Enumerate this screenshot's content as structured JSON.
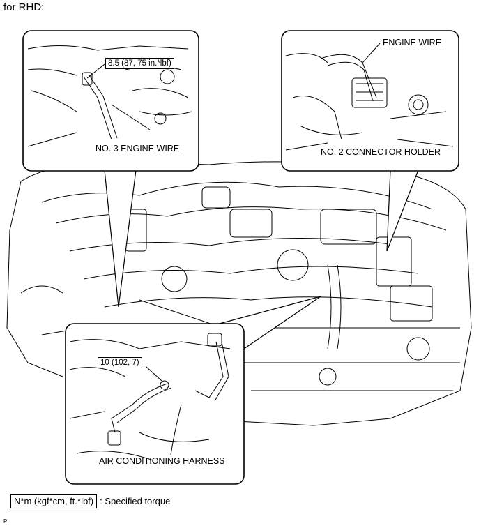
{
  "title": "for RHD:",
  "callouts": {
    "torque_top": "8.5 (87, 75 in.*lbf)",
    "torque_bottom": "10 (102, 7)",
    "no3_engine_wire": "NO. 3 ENGINE WIRE",
    "engine_wire": "ENGINE WIRE",
    "no2_connector_holder": "NO. 2 CONNECTOR HOLDER",
    "air_conditioning_harness": "AIR CONDITIONING HARNESS"
  },
  "legend": {
    "unit": "N*m (kgf*cm, ft.*lbf)",
    "description": ": Specified torque"
  },
  "corner_mark": "P"
}
